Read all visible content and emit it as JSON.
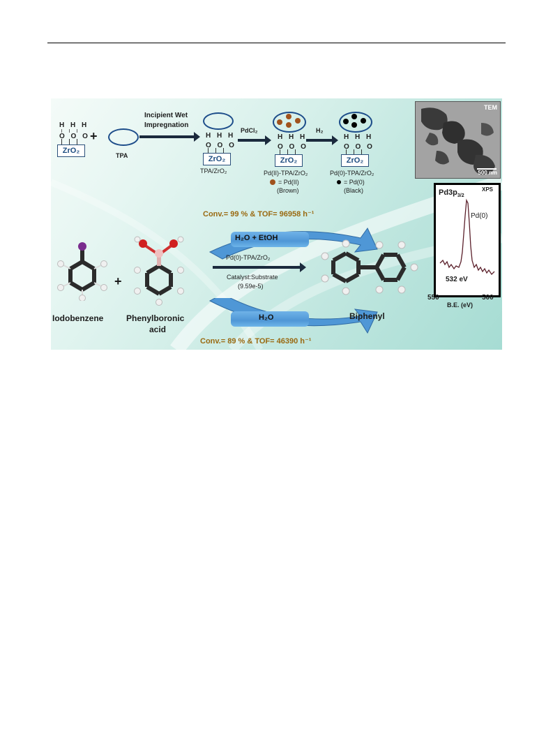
{
  "top_stage": {
    "support_label": "ZrO₂",
    "plus": "+",
    "tpa_label": "TPA",
    "step1_label_line1": "Incipient Wet",
    "step1_label_line2": "Impregnation",
    "tpa_zro2_label": "TPA/ZrO₂",
    "pdcl2_label": "PdCl₂",
    "h2_label": "H₂",
    "pd2_label": "Pd(II)-TPA/ZrO₂",
    "pd2_legend": "= Pd(II)",
    "pd2_color_word": "(Brown)",
    "pd0_label": "Pd(0)-TPA/ZrO₂",
    "pd0_legend": "= Pd(0)",
    "pd0_color_word": "(Black)",
    "h_row": "H H H",
    "o_row": "O O O"
  },
  "tem": {
    "label": "TEM",
    "scale": "500 nm"
  },
  "xps": {
    "peak_label_main": "Pd3p",
    "peak_label_sub": "3/2",
    "tag": "XPS",
    "species": "Pd(0)",
    "energy": "532 eV",
    "axis_left": "550",
    "axis_right": "500",
    "axis_label": "B.E. (eV)"
  },
  "reaction": {
    "reactant1": "Iodobenzene",
    "plus": "+",
    "reactant2_line1": "Phenylboronic",
    "reactant2_line2": "acid",
    "product": "Biphenyl",
    "catalyst": "Pd(0)-TPA/ZrO₂",
    "ratio_label": "Catalyst:Substrate",
    "ratio_value": "(9.59e-5)",
    "solvent_top": "H₂O + EtOH",
    "solvent_bottom": "H₂O",
    "conv_top": "Conv.= 99 % & TOF= 96958 h⁻¹",
    "conv_bottom": "Conv.= 89 % & TOF= 46390 h⁻¹"
  },
  "colors": {
    "pd2_brown": "#a0521d",
    "pd0_black": "#000000",
    "arrow_blue": "#4f97d6",
    "conv_text": "#9a6a12"
  }
}
